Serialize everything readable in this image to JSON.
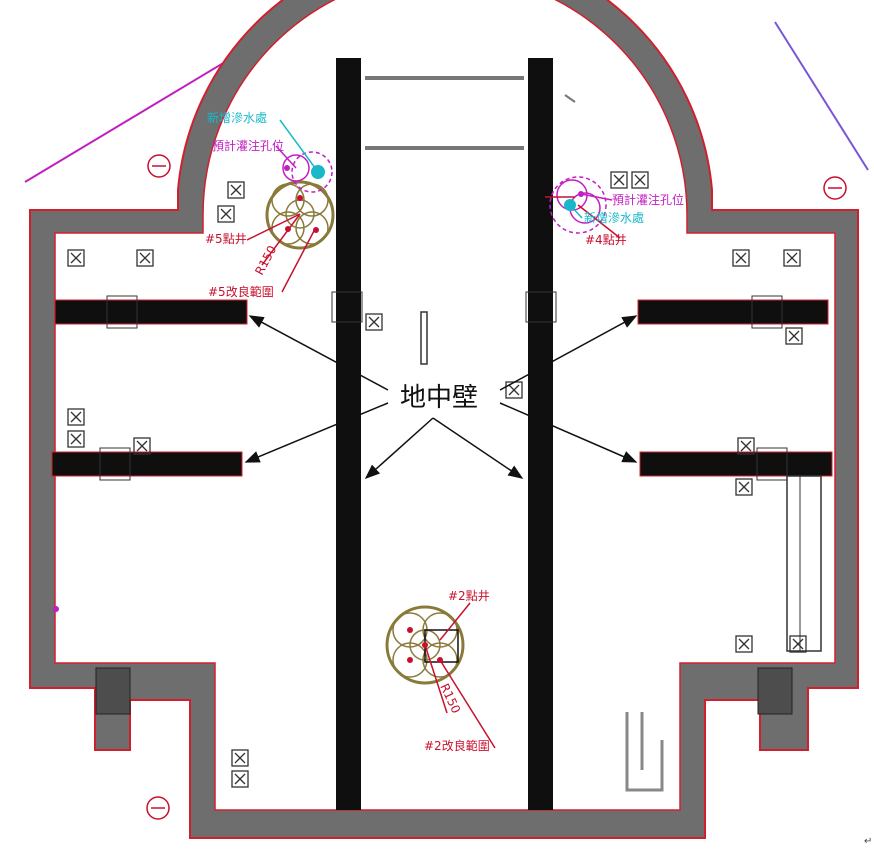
{
  "colors": {
    "wall_fill": "#6e6e6e",
    "wall_outline": "#d0202e",
    "diaphragm_wall": "#0f0f0f",
    "interior": "#ffffff",
    "improvement_zone": "#8a7a3a",
    "dewatering": "#c21fc2",
    "seepage": "#19b8c9",
    "annotation_red": "#c8102e"
  },
  "labels": {
    "diaphragm_wall": "地中壁",
    "well_5": "#5點井",
    "well_4": "#4點井",
    "well_2": "#2點井",
    "zone_5": "#5改良範圍",
    "zone_2": "#2改良範圍",
    "radius_5": "R150",
    "radius_2": "R150",
    "seepage_left": "新增滲水處",
    "grout_left": "預計灌注孔位",
    "seepage_right": "新增滲水處",
    "grout_right": "預計灌注孔位",
    "corner_mark": "↵"
  },
  "symbols": {
    "column_marker": "x-box-icon",
    "grid_reference": "theta-circle-icon"
  }
}
